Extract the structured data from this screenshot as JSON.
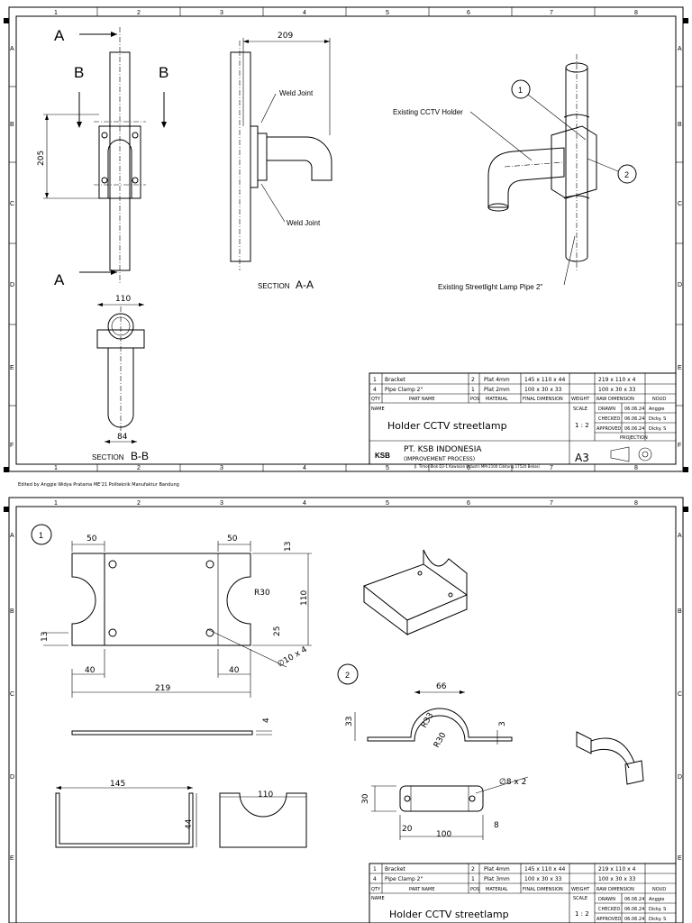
{
  "grid": {
    "cols": [
      "1",
      "2",
      "3",
      "4",
      "5",
      "6",
      "7",
      "8"
    ],
    "rows": [
      "A",
      "B",
      "C",
      "D",
      "E",
      "F"
    ]
  },
  "sheet1": {
    "section_a": "A",
    "section_b": "B",
    "dim_205": "205",
    "dim_209": "209",
    "dim_110": "110",
    "dim_84": "84",
    "weld_joint": "Weld Joint",
    "section_word": "SECTION",
    "section_aa": "A-A",
    "section_bb": "B-B",
    "existing_holder": "Existing CCTV Holder",
    "existing_pipe": "Existing Streetlight Lamp Pipe 2\"",
    "balloon_1": "1",
    "balloon_2": "2",
    "footer": "Edited by Anggie Widya Pratama ME'21 Politeknik Manufaktur Bandung"
  },
  "sheet2": {
    "balloon_1": "1",
    "balloon_2": "2",
    "dims": {
      "d50a": "50",
      "d50b": "50",
      "d13a": "13",
      "d13b": "13",
      "d110": "110",
      "dR30": "R30",
      "d25": "25",
      "d40a": "40",
      "d40b": "40",
      "d219": "219",
      "dholes": "∅10 x 4",
      "d4": "4",
      "d145": "145",
      "d44": "44",
      "d110b": "110",
      "d66": "66",
      "d33": "33",
      "dR33": "R33",
      "dR30b": "R30",
      "d3": "3",
      "d8x2": "∅8 x 2",
      "d30": "30",
      "d20": "20",
      "d8": "8",
      "d100": "100"
    }
  },
  "title_block": {
    "rows": [
      [
        "1",
        "Bracket",
        "2",
        "Plat 4mm",
        "145 x 110 x 44",
        "",
        "219 x 110 x 4",
        ""
      ],
      [
        "4",
        "Pipe Clamp 2\"",
        "1",
        "Plat 2mm",
        "100 x 30 x 33",
        "",
        "100 x 30 x 33",
        ""
      ]
    ],
    "rows_sheet2": [
      [
        "1",
        "Bracket",
        "2",
        "Plat 4mm",
        "145 x 110 x 44",
        "",
        "219 x 110 x 4",
        ""
      ],
      [
        "4",
        "Pipe Clamp 2\"",
        "1",
        "Plat 3mm",
        "100 x 30 x 33",
        "",
        "100 x 30 x 33",
        ""
      ]
    ],
    "headers": [
      "QTY",
      "PART NAME",
      "POS",
      "MATERIAL",
      "FINAL DIMENSION",
      "WEIGHT",
      "RAW DIMENSION",
      "NOUD"
    ],
    "name_label": "NAME",
    "drawing_name": "Holder CCTV streetlamp",
    "scale_label": "SCALE",
    "scale": "1 : 2",
    "drawn": "DRAWN",
    "checked": "CHECKED",
    "approved": "APPROVED",
    "date": "06.06.24",
    "drawn_by": "Anggie",
    "checked_by": "Dicky. S",
    "approved_by": "Dicky. S",
    "projection": "PROJECTION",
    "company": "PT. KSB INDONESIA",
    "dept": "(IMPROVEMENT PROCESS)",
    "address": "Jl. Timor Blok D2-1 Kawasan Industri MM-2100 Cibitung 17520 Bekasi",
    "logo": "KSB",
    "size": "A3"
  }
}
